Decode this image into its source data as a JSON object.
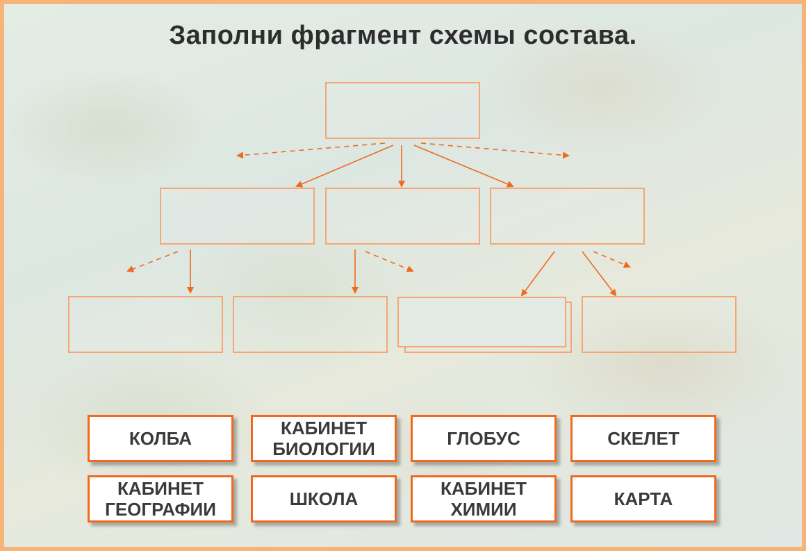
{
  "title": "Заполни фрагмент схемы состава.",
  "colors": {
    "accent": "#ef6a1f",
    "slot_border": "#f4a774",
    "frame": "#f6b478"
  },
  "cards": [
    {
      "label": "КОЛБА"
    },
    {
      "label": "КАБИНЕТ\nБИОЛОГИИ"
    },
    {
      "label": "ГЛОБУС"
    },
    {
      "label": "СКЕЛЕТ"
    },
    {
      "label": "КАБИНЕТ\nГЕОГРАФИИ"
    },
    {
      "label": "ШКОЛА"
    },
    {
      "label": "КАБИНЕТ\nХИМИИ"
    },
    {
      "label": "КАРТА"
    }
  ]
}
